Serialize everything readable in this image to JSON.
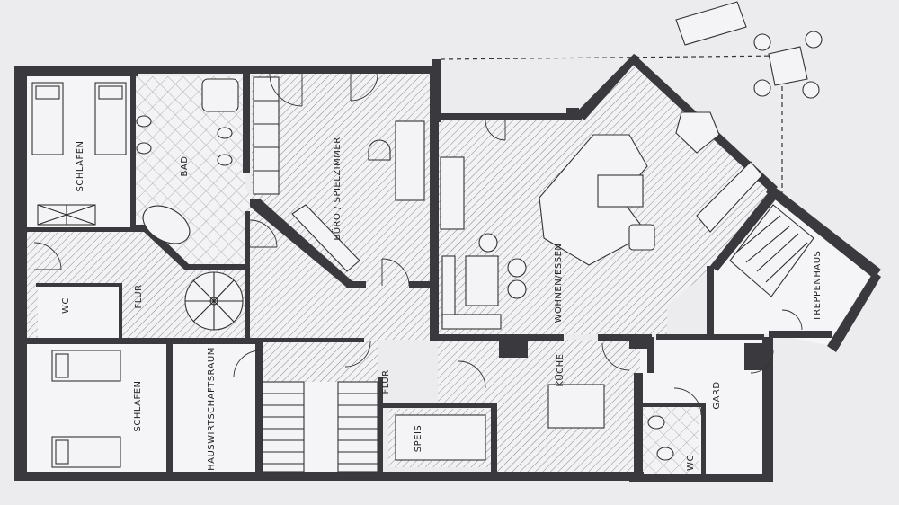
{
  "rooms": {
    "schlafen_top": "SCHLAFEN",
    "bad": "BAD",
    "buero": "BÜRO / SPIELZIMMER",
    "flur_left": "FLUR",
    "wc_left": "WC",
    "schlafen_bottom": "SCHLAFEN",
    "hauswirtschaft": "HAUSWIRTSCHAFTSRAUM",
    "flur_center": "FLUR",
    "speis": "SPEIS",
    "wohnen": "WOHNEN/ESSEN",
    "kueche": "KÜCHE",
    "gard": "GARD",
    "wc_right": "WC",
    "treppenhaus": "TREPPENHAUS"
  },
  "colors": {
    "background": "#ececef",
    "floor_hatch": "#8a8a90",
    "wall_fill": "#3a3a3e",
    "tile_pattern": "#9a9aa0"
  }
}
